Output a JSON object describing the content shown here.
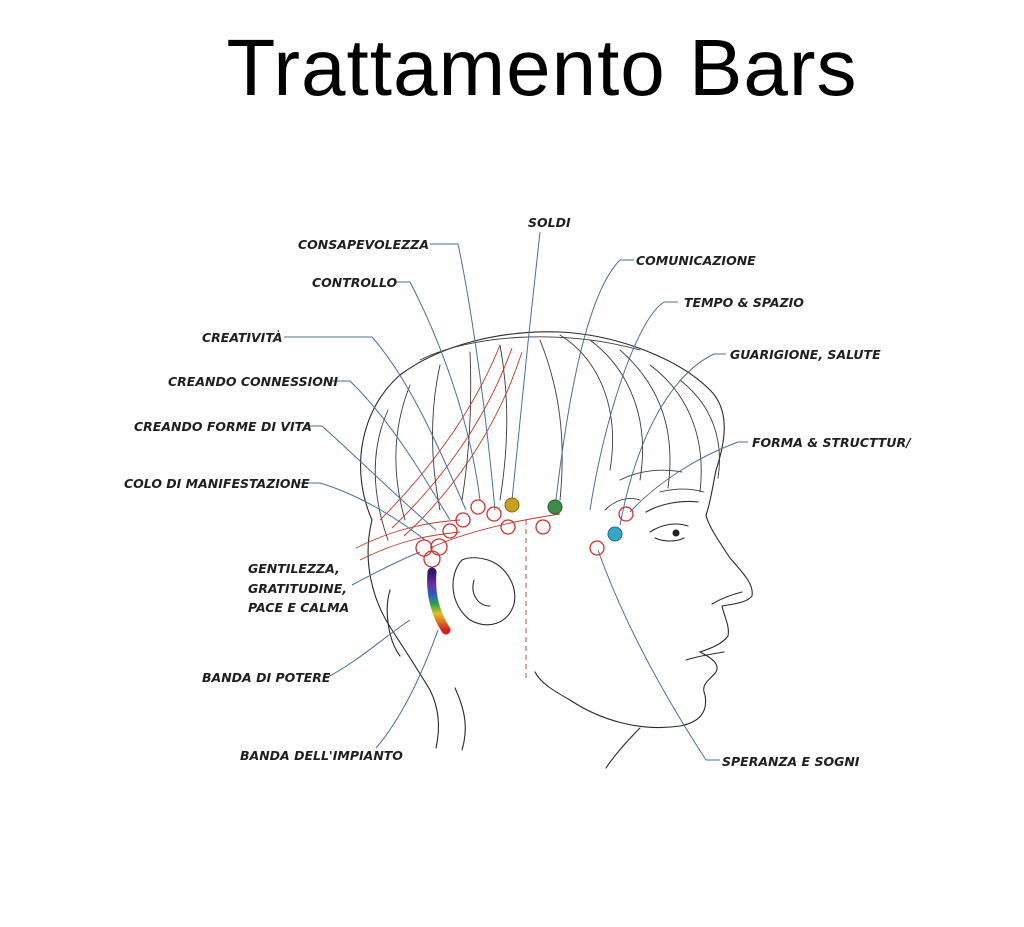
{
  "title": "Trattamento Bars",
  "labels": {
    "consapevolezza": "CONSAPEVOLEZZA",
    "soldi": "SOLDI",
    "comunicazione": "COMUNICAZIONE",
    "controllo": "CONTROLLO",
    "tempo_spazio": "TEMPO & SPAZIO",
    "creativita": "CREATIVITÀ",
    "guarigione": "GUARIGIONE, SALUTE",
    "creando_connessioni": "CREANDO CONNESSIONI",
    "creando_forme": "CREANDO FORME DI VITA",
    "forma_struttura": "FORMA & STRUCTTUR/",
    "manifestazione": "COLO DI MANIFESTAZIONE",
    "gentilezza_1": "GENTILEZZA,",
    "gentilezza_2": "GRATITUDINE,",
    "gentilezza_3": "PACE E CALMA",
    "banda_potere": "BANDA DI POTERE",
    "banda_impianto": "BANDA DELL'IMPIANTO",
    "speranza": "SPERANZA E SOGNI"
  },
  "colors": {
    "leader": "#4a6f9c",
    "point": "#d03030",
    "soldi_point": "#c8a020",
    "comunicazione_point": "#3f8a4a",
    "forma_point": "#38a6c8"
  }
}
